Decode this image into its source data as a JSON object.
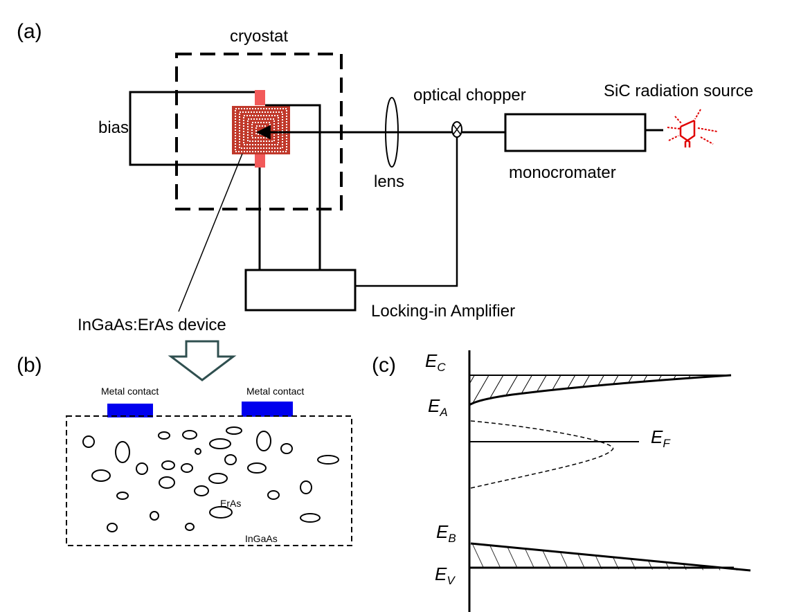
{
  "panels": {
    "a": "(a)",
    "b": "(b)",
    "c": "(c)"
  },
  "setup": {
    "cryostat": "cryostat",
    "bias": "bias",
    "lens": "lens",
    "optical_chopper": "optical chopper",
    "monochromator": "monocromater",
    "source": "SiC radiation source",
    "amplifier": "Locking-in Amplifier",
    "device": "InGaAs:ErAs device"
  },
  "cross_section": {
    "contact_left": "Metal contact",
    "contact_right": "Metal contact",
    "inclusions": "ErAs",
    "matrix": "InGaAs"
  },
  "energy_levels": {
    "ec": {
      "base": "E",
      "sub": "C"
    },
    "ea": {
      "base": "E",
      "sub": "A"
    },
    "ef": {
      "base": "E",
      "sub": "F"
    },
    "eb": {
      "base": "E",
      "sub": "B"
    },
    "ev": {
      "base": "E",
      "sub": "V"
    }
  },
  "colors": {
    "device": "#c0392b",
    "contact_pad": "#f25a5a",
    "metal_contact": "#0000ee",
    "source": "#e00000",
    "arrow_outline": "#2f4f4f"
  }
}
